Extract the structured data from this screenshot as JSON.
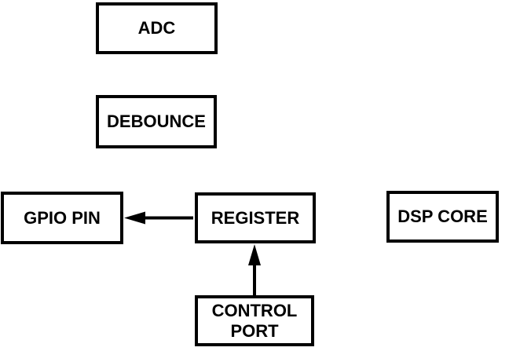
{
  "diagram": {
    "background_color": "#ffffff",
    "line_color": "#000000",
    "nodes": [
      {
        "id": "adc",
        "label": "ADC"
      },
      {
        "id": "debounce",
        "label": "DEBOUNCE"
      },
      {
        "id": "gpio-pin",
        "label": "GPIO PIN"
      },
      {
        "id": "register",
        "label": "REGISTER"
      },
      {
        "id": "dsp-core",
        "label": "DSP CORE"
      },
      {
        "id": "control-port",
        "label": "CONTROL PORT"
      }
    ],
    "edges": [
      {
        "from": "REGISTER",
        "to": "GPIO PIN",
        "direction": "left",
        "style": "solid-arrow"
      },
      {
        "from": "CONTROL PORT",
        "to": "REGISTER",
        "direction": "up",
        "style": "solid-arrow"
      }
    ]
  }
}
